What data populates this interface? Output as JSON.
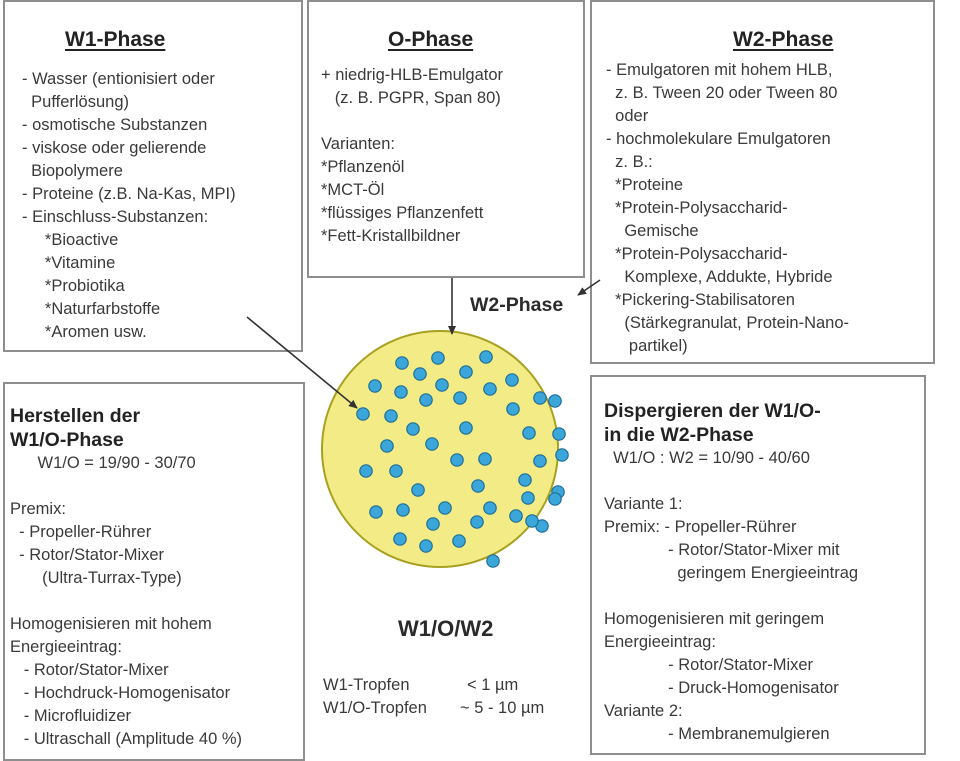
{
  "colors": {
    "emulsion_fill": "#f3ec86",
    "emulsion_stroke": "#a8a020",
    "droplet_fill": "#3aa6d9",
    "droplet_stroke": "#1f6e96",
    "box_border": "#8e8e8e",
    "arrow": "#333333"
  },
  "w1_phase": {
    "title": "W1-Phase",
    "lines": [
      "- Wasser (entionisiert oder",
      "  Pufferlösung)",
      "- osmotische Substanzen",
      "- viskose oder gelierende",
      "  Biopolymere",
      "- Proteine (z.B. Na-Kas, MPI)",
      "- Einschluss-Substanzen:",
      "     *Bioactive",
      "     *Vitamine",
      "     *Probiotika",
      "     *Naturfarbstoffe",
      "     *Aromen usw."
    ]
  },
  "o_phase": {
    "title": "O-Phase",
    "lines": [
      "+ niedrig-HLB-Emulgator",
      "   (z. B. PGPR, Span 80)",
      "",
      "Varianten:",
      "*Pflanzenöl",
      "*MCT-Öl",
      "*flüssiges Pflanzenfett",
      "*Fett-Kristallbildner"
    ]
  },
  "w2_phase": {
    "title": "W2-Phase",
    "lines": [
      "- Emulgatoren mit hohem HLB,",
      "  z. B. Tween 20 oder Tween 80",
      "  oder",
      "- hochmolekulare Emulgatoren",
      "  z. B.:",
      "  *Proteine",
      "  *Protein-Polysaccharid-",
      "    Gemische",
      "  *Protein-Polysaccharid-",
      "    Komplexe, Addukte, Hybride",
      "  *Pickering-Stabilisatoren",
      "    (Stärkegranulat, Protein-Nano-",
      "     partikel)"
    ]
  },
  "w2_label": "W2-Phase",
  "herstellen": {
    "title": "Herstellen der\nW1/O-Phase",
    "lines": [
      "      W1/O = 19/90 - 30/70",
      "",
      "Premix:",
      "  - Propeller-Rührer",
      "  - Rotor/Stator-Mixer",
      "       (Ultra-Turrax-Type)",
      "",
      "Homogenisieren mit hohem",
      "Energieeintrag:",
      "   - Rotor/Stator-Mixer",
      "   - Hochdruck-Homogenisator",
      "   - Microfluidizer",
      "   - Ultraschall (Amplitude 40 %)"
    ]
  },
  "dispergieren": {
    "title": "Dispergieren der W1/O-\nin die W2-Phase",
    "lines": [
      "  W1/O : W2 = 10/90 - 40/60",
      "",
      "Variante 1:",
      "Premix: - Propeller-Rührer",
      "              - Rotor/Stator-Mixer mit",
      "                geringem Energieeintrag",
      "",
      "Homogenisieren mit geringem",
      "Energieeintrag:",
      "              - Rotor/Stator-Mixer",
      "              - Druck-Homogenisator",
      "Variante 2:",
      "              - Membranemulgieren"
    ]
  },
  "center": {
    "title": "W1/O/W2",
    "sizes": [
      {
        "label": "W1-Tropfen",
        "value": "< 1 µm"
      },
      {
        "label": "W1/O-Tropfen",
        "value": "~ 5 - 10 µm"
      }
    ]
  }
}
